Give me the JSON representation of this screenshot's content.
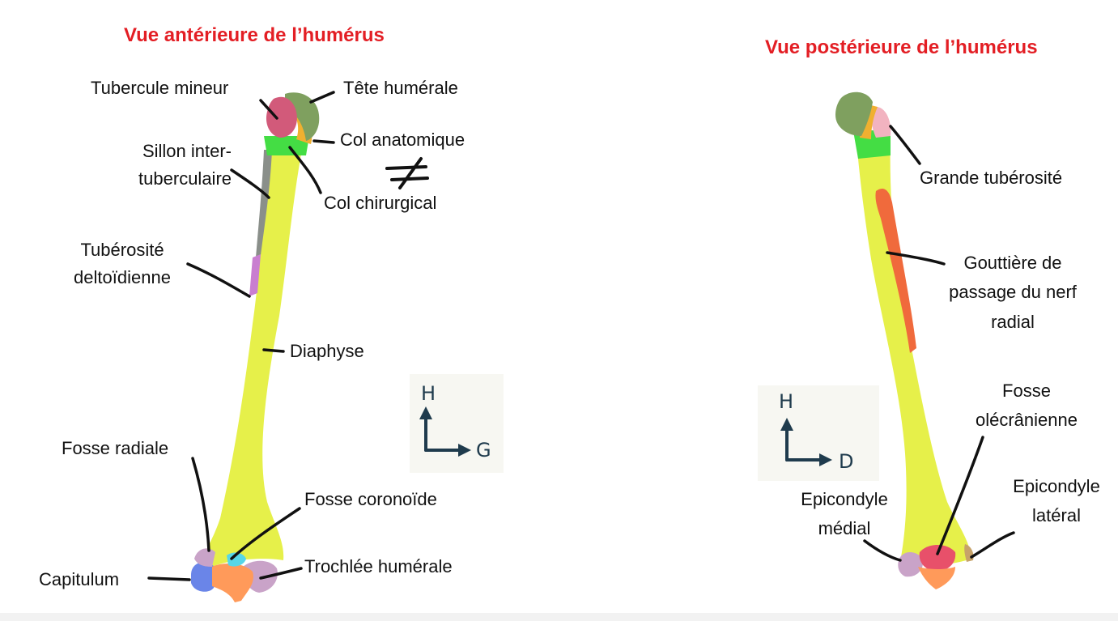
{
  "colors": {
    "title": "#e31e24",
    "diaphysis": "#e6f04a",
    "head": "#7fa05f",
    "anatomic_neck": "#f0b030",
    "surgical_neck": "#44dd44",
    "lesser_tubercle": "#d25a7a",
    "greater_tubercle": "#f2b3c0",
    "groove": "#8a8f8a",
    "deltoid": "#c97ed0",
    "radial_groove": "#f06a3c",
    "capitulum": "#6a85e8",
    "trochlea": "#c9a3c8",
    "coronoid": "#56d6e8",
    "olecranon": "#e8506a",
    "epicondyle": "#c7a36a",
    "axis": "#1f3b4d",
    "leader": "#111111"
  },
  "anterior": {
    "title": "Vue antérieure de l’humérus",
    "labels": {
      "tubercule_mineur": "Tubercule mineur",
      "tete_humerale": "Tête humérale",
      "col_anatomique": "Col anatomique",
      "sillon_line1": "Sillon inter-",
      "sillon_line2": "tuberculaire",
      "col_chirurgical": "Col chirurgical",
      "tuberosite_line1": "Tubérosité",
      "tuberosite_line2": "deltoïdienne",
      "diaphyse": "Diaphyse",
      "fosse_radiale": "Fosse radiale",
      "fosse_coronoide": "Fosse coronoïde",
      "capitulum": "Capitulum",
      "trochlee": "Trochlée humérale"
    },
    "not_equal_symbol": "≠",
    "axis": {
      "up": "H",
      "right": "G"
    }
  },
  "posterior": {
    "title": "Vue postérieure de l’humérus",
    "labels": {
      "grande_tuberosite": "Grande tubérosité",
      "gouttiere_line1": "Gouttière de",
      "gouttiere_line2": "passage du nerf",
      "gouttiere_line3": "radial",
      "fosse_line1": "Fosse",
      "fosse_line2": "olécrânienne",
      "epi_lateral_line1": "Epicondyle",
      "epi_lateral_line2": "latéral",
      "epi_medial_line1": "Epicondyle",
      "epi_medial_line2": "médial"
    },
    "axis": {
      "up": "H",
      "right": "D"
    }
  }
}
